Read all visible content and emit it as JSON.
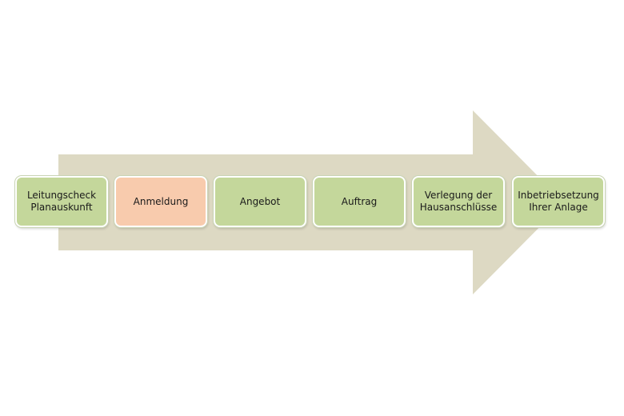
{
  "diagram": {
    "arrow_color": "#ddd9c3",
    "step_color": "#c4d79b",
    "highlight_color": "#f8cbad",
    "steps": [
      {
        "label": "Leitungscheck\nPlanauskunft",
        "highlighted": false
      },
      {
        "label": "Anmeldung",
        "highlighted": true
      },
      {
        "label": "Angebot",
        "highlighted": false
      },
      {
        "label": "Auftrag",
        "highlighted": false
      },
      {
        "label": "Verlegung der\nHausanschlüsse",
        "highlighted": false
      },
      {
        "label": "Inbetriebsetzung\nIhrer Anlage",
        "highlighted": false
      }
    ]
  }
}
